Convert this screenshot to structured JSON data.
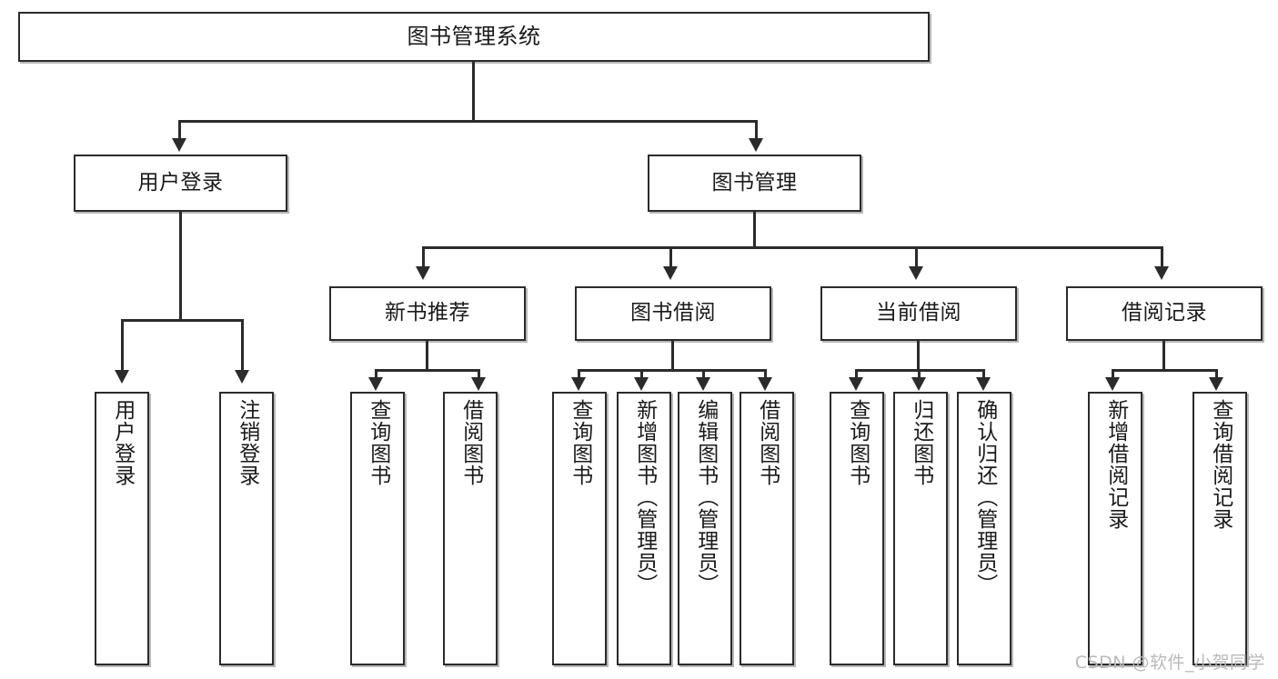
{
  "diagram": {
    "title": "图书管理系统",
    "type": "tree",
    "watermark": "CSDN @软件_小贺同学",
    "colors": {
      "box_border": "#2b2b2b",
      "box_fill": "#ffffff",
      "connector": "#2b2b2b",
      "watermark": "#b9b9b9",
      "background": "#ffffff"
    },
    "nodes": {
      "root": {
        "label": "图书管理系统"
      },
      "level2": [
        {
          "id": "user-login",
          "label": "用户登录"
        },
        {
          "id": "book-manage",
          "label": "图书管理"
        }
      ],
      "level3": [
        {
          "id": "new-book-recommend",
          "label": "新书推荐"
        },
        {
          "id": "book-borrow",
          "label": "图书借阅"
        },
        {
          "id": "current-borrow",
          "label": "当前借阅"
        },
        {
          "id": "borrow-record",
          "label": "借阅记录"
        }
      ],
      "leaves": {
        "user-login": [
          {
            "id": "leaf-user-login",
            "label": "用户登录"
          },
          {
            "id": "leaf-logout",
            "label": "注销登录"
          }
        ],
        "new-book-recommend": [
          {
            "id": "leaf-query-book-1",
            "label": "查询图书"
          },
          {
            "id": "leaf-borrow-book-1",
            "label": "借阅图书"
          }
        ],
        "book-borrow": [
          {
            "id": "leaf-query-book-2",
            "label": "查询图书"
          },
          {
            "id": "leaf-add-book",
            "label": "新增图书（管理员）"
          },
          {
            "id": "leaf-edit-book",
            "label": "编辑图书（管理员）"
          },
          {
            "id": "leaf-borrow-book-2",
            "label": "借阅图书"
          }
        ],
        "current-borrow": [
          {
            "id": "leaf-query-book-3",
            "label": "查询图书"
          },
          {
            "id": "leaf-return-book",
            "label": "归还图书"
          },
          {
            "id": "leaf-confirm-return",
            "label": "确认归还（管理员）"
          }
        ],
        "borrow-record": [
          {
            "id": "leaf-add-record",
            "label": "新增借阅记录"
          },
          {
            "id": "leaf-query-record",
            "label": "查询借阅记录"
          }
        ]
      }
    }
  }
}
